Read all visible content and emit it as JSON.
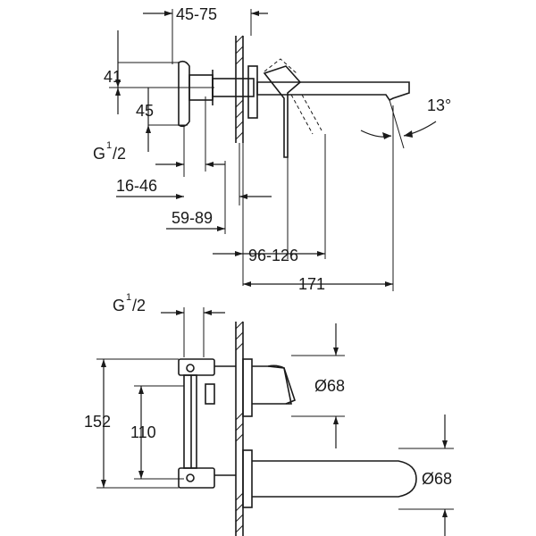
{
  "top_view": {
    "dim_depth_range": "45-75",
    "dim_41": "41",
    "dim_45": "45",
    "thread_main": "G",
    "thread_sup": "1",
    "thread_sub": "/2",
    "dim_16_46": "16-46",
    "dim_59_89": "59-89",
    "dim_96_126": "96-126",
    "dim_171": "171",
    "angle": "13°"
  },
  "side_view": {
    "thread_main": "G",
    "thread_sup": "1",
    "thread_sub": "/2",
    "dim_152": "152",
    "dim_110": "110",
    "diameter_upper": "Ø68",
    "diameter_lower": "Ø68"
  }
}
